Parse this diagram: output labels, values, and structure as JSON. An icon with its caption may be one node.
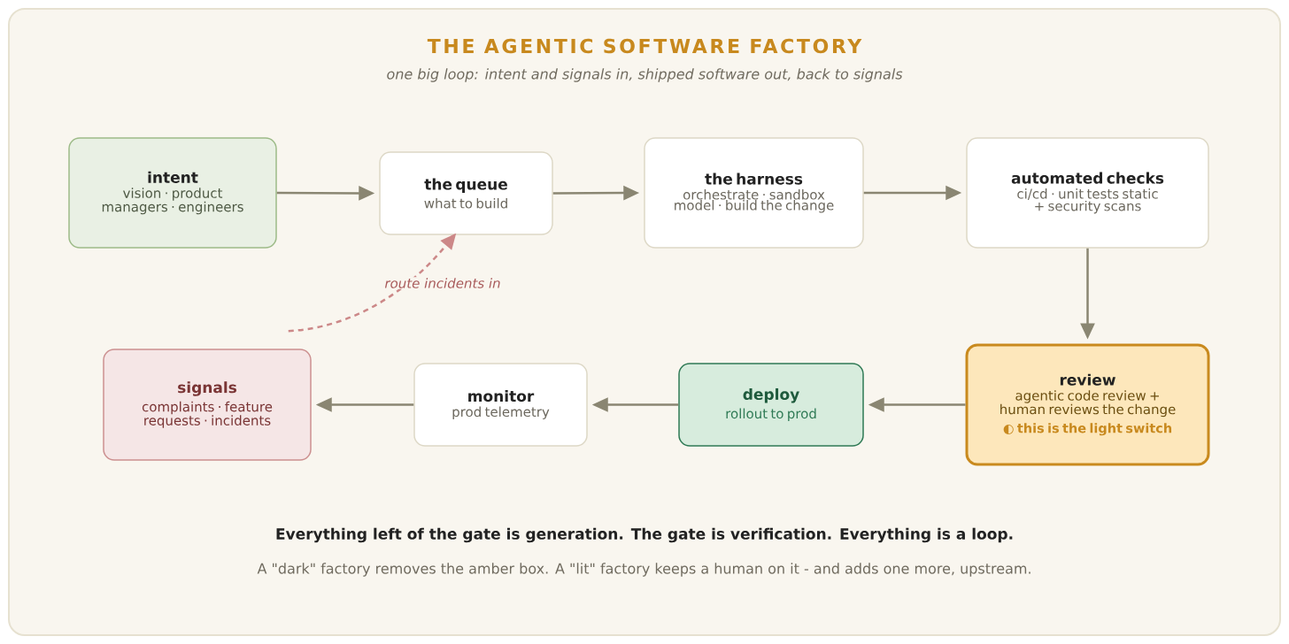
{
  "diagram": {
    "title": "THE AGENTIC SOFTWARE FACTORY",
    "nodes": [
      {
        "text": [
          "intent",
          "vision · product managers · engineers"
        ]
      },
      {
        "text": [
          "the queue",
          "what to build"
        ]
      },
      {
        "text": [
          "the harness",
          "orchestrate · sandbox model · build the change"
        ]
      },
      {
        "text": [
          "automated checks",
          "ci/cd · unit tests static + security scans"
        ]
      },
      {
        "text": [
          "review",
          "agentic code review + human reviews the change",
          "◐ this is the light switch"
        ]
      },
      {
        "text": [
          "deploy",
          "rollout to prod"
        ]
      },
      {
        "text": [
          "monitor",
          "prod telemetry"
        ]
      },
      {
        "text": [
          "signals",
          "complaints · feature requests · incidents"
        ]
      }
    ],
    "edges": [
      {
        "from": 0,
        "to": 1,
        "arrow": "to"
      },
      {
        "from": 1,
        "to": 2,
        "arrow": "to"
      },
      {
        "from": 2,
        "to": 3,
        "arrow": "to"
      },
      {
        "from": 3,
        "to": 4,
        "arrow": "to"
      },
      {
        "from": 4,
        "to": 5,
        "arrow": "to"
      },
      {
        "from": 5,
        "to": 6,
        "arrow": "to"
      },
      {
        "from": 6,
        "to": 7,
        "arrow": "to"
      },
      {
        "from": 7,
        "to": 1,
        "arrow": "to",
        "label": "route incidents in",
        "style": "dashed",
        "color": "#cc8888"
      }
    ],
    "labels": [
      "one big loop: intent and signals in, shipped software out, back to signals",
      "Everything left of the gate is generation. The gate is verification. Everything is a loop.",
      "A \"dark\" factory removes the amber box. A \"lit\" factory keeps a human on it - and adds one more, upstream."
    ]
  }
}
